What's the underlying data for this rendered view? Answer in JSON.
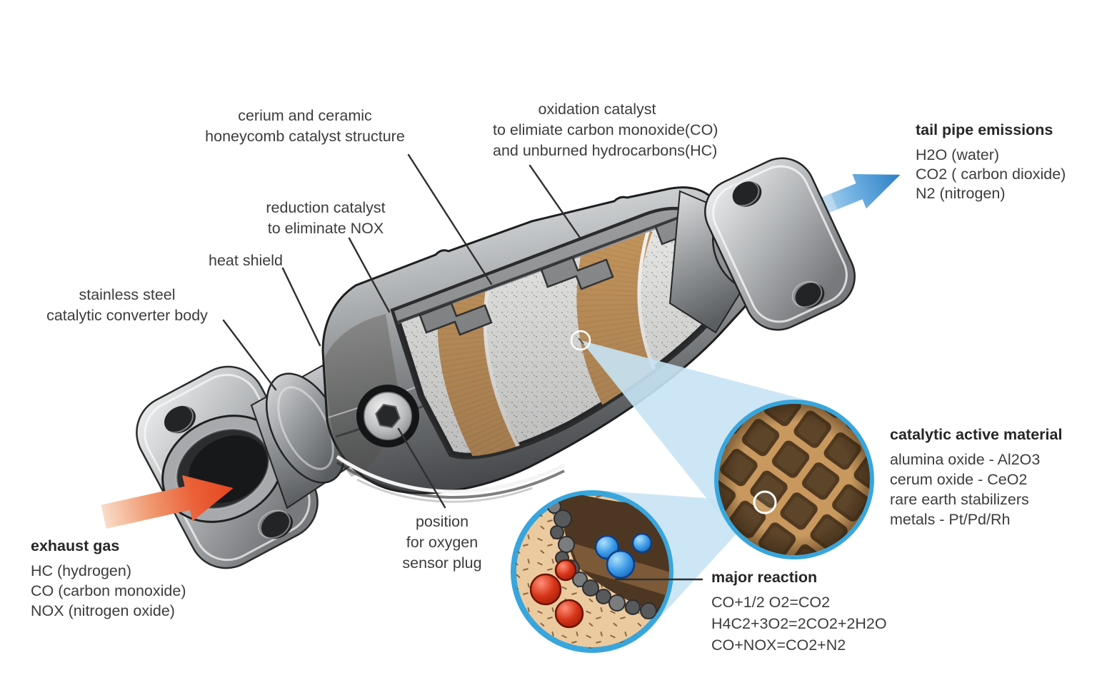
{
  "figure": {
    "subject": "catalytic converter cutaway diagram"
  },
  "labels": {
    "cerium": {
      "lines": [
        "cerium and ceramic",
        "honeycomb catalyst structure"
      ]
    },
    "oxidation": {
      "lines": [
        "oxidation catalyst",
        "to elimiate carbon monoxide(CO)",
        "and unburned hydrocarbons(HC)"
      ]
    },
    "tailpipe": {
      "title": "tail pipe emissions",
      "items": [
        "H2O (water)",
        "CO2 ( carbon dioxide)",
        "N2 (nitrogen)"
      ]
    },
    "reduction": {
      "lines": [
        "reduction catalyst",
        "to eliminate NOX"
      ]
    },
    "heat_shield": {
      "text": "heat shield"
    },
    "body": {
      "lines": [
        "stainless steel",
        "catalytic converter body"
      ]
    },
    "exhaust": {
      "title": "exhaust gas",
      "items": [
        "HC (hydrogen)",
        "CO (carbon monoxide)",
        "NOX (nitrogen oxide)"
      ]
    },
    "oxygen_sensor": {
      "lines": [
        "position",
        "for oxygen",
        "sensor plug"
      ]
    },
    "catalytic_material": {
      "title": "catalytic active material",
      "items": [
        "alumina oxide - Al2O3",
        "cerum oxide - CeO2",
        "rare earth stabilizers",
        "metals - Pt/Pd/Rh"
      ]
    },
    "major_reaction": {
      "title": "major reaction",
      "items": [
        "CO+1/2 O2=CO2",
        "H4C2+3O2=2CO2+2H2O",
        "CO+NOX=CO2+N2"
      ]
    }
  },
  "icons": {
    "exhaust_arrow": "thick-right-up-arrow",
    "tailpipe_arrow": "thick-right-up-arrow",
    "magnifier_circles": "zoom-detail-circles"
  },
  "colors": {
    "exhaust_arrow": "#e5461f",
    "tailpipe_arrow": "#2d7ec6",
    "detail_ring": "#38a6dc",
    "zoom_cone": "#c7e3f4",
    "honeycomb_tan": "#c8985f",
    "substrate": "#ebebe9",
    "leader_line": "#2f2f2f",
    "label_text": "#3c3c3c"
  }
}
